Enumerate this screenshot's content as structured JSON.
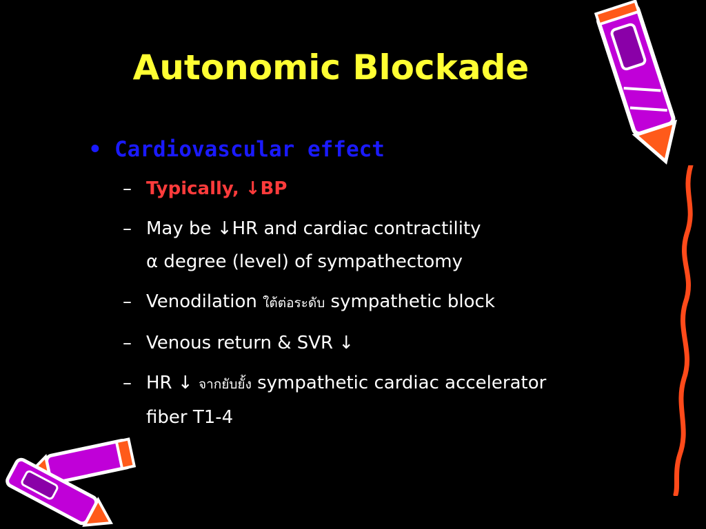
{
  "title": "Autonomic Blockade",
  "bullet": {
    "glyph": "•",
    "text": "Cardiovascular effect"
  },
  "items": [
    {
      "dash": "–",
      "text": "Typically, ↓BP"
    },
    {
      "dash": "–",
      "line1": "May be ↓HR and cardiac contractility",
      "line2": "α degree (level) of sympathectomy"
    },
    {
      "dash": "–",
      "pre": "Venodilation ",
      "thai": "ใต้ต่อระดับ",
      "post": " sympathetic block"
    },
    {
      "dash": "–",
      "text": "Venous return & SVR ↓"
    },
    {
      "dash": "–",
      "pre": "HR ↓ ",
      "thai": "จากยับยั้ง",
      "post": " sympathetic cardiac accelerator",
      "line2": "fiber T1-4"
    }
  ],
  "colors": {
    "background": "#000000",
    "title": "#ffff33",
    "bullet": "#1a1aff",
    "highlight": "#ff3b3b",
    "body": "#ffffff",
    "crayon_purple": "#b000c8",
    "crayon_orange": "#ff4a1a"
  },
  "icons": [
    "crayon-top-right-icon",
    "crayon-bottom-left-icon",
    "squiggle-line-icon"
  ]
}
